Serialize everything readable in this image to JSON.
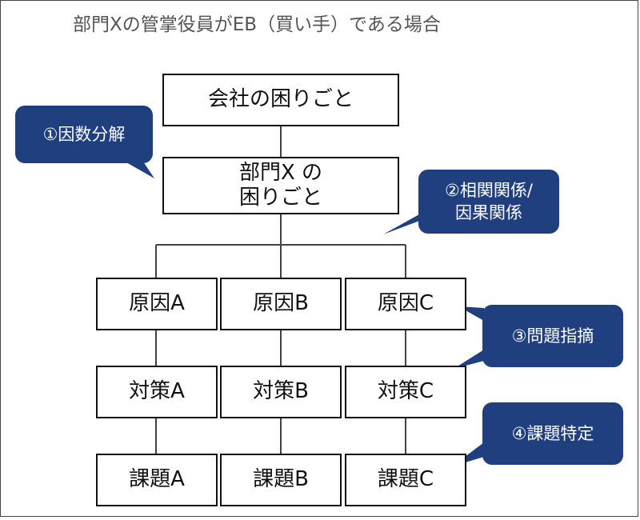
{
  "title": "部門Xの管掌役員がEB（買い手）である場合",
  "colors": {
    "callout": "#1f3f7f",
    "line": "#444444",
    "box_border": "#111111"
  },
  "top": "会社の困りごと",
  "dept": "部門X の\n困りごと",
  "causes": [
    "原因A",
    "原因B",
    "原因C"
  ],
  "measures": [
    "対策A",
    "対策B",
    "対策C"
  ],
  "issues": [
    "課題A",
    "課題B",
    "課題C"
  ],
  "callouts": {
    "c1": "①因数分解",
    "c2": "②相関関係/\n因果関係",
    "c3": "③問題指摘",
    "c4": "④課題特定"
  }
}
